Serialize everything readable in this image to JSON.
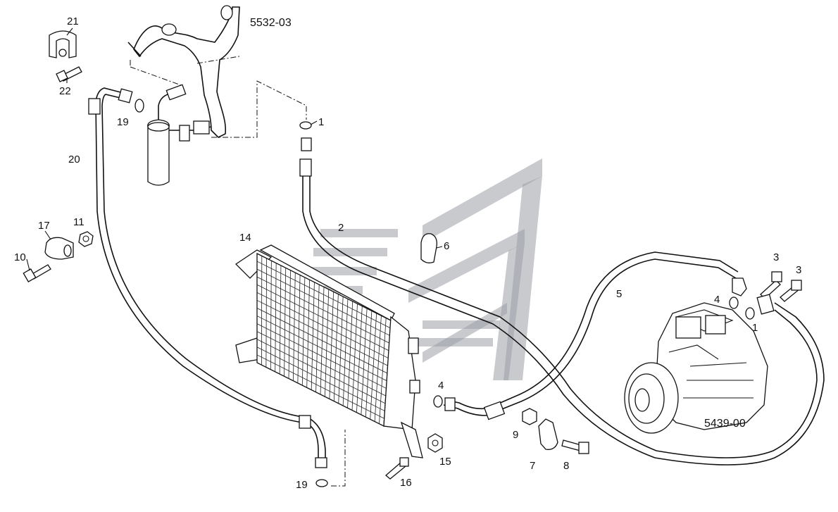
{
  "diagram": {
    "reference_labels": {
      "drier_assembly": "5532-03",
      "compressor_assembly": "5439-00"
    },
    "callouts": {
      "p21": "21",
      "p22": "22",
      "p19_top": "19",
      "p20": "20",
      "p1_top": "1",
      "p2": "2",
      "p6": "6",
      "p14": "14",
      "p17": "17",
      "p11": "11",
      "p10": "10",
      "p3_left": "3",
      "p3_right": "3",
      "p4_right": "4",
      "p1_right": "1",
      "p5": "5",
      "p4_mid": "4",
      "p9": "9",
      "p15": "15",
      "p7": "7",
      "p8": "8",
      "p16": "16",
      "p19_bottom": "19"
    }
  },
  "colors": {
    "ink": "#111111",
    "watermark": "#9a9fa6",
    "background": "#ffffff"
  },
  "icons": {
    "watermark": "stylized-ghost-logo"
  }
}
